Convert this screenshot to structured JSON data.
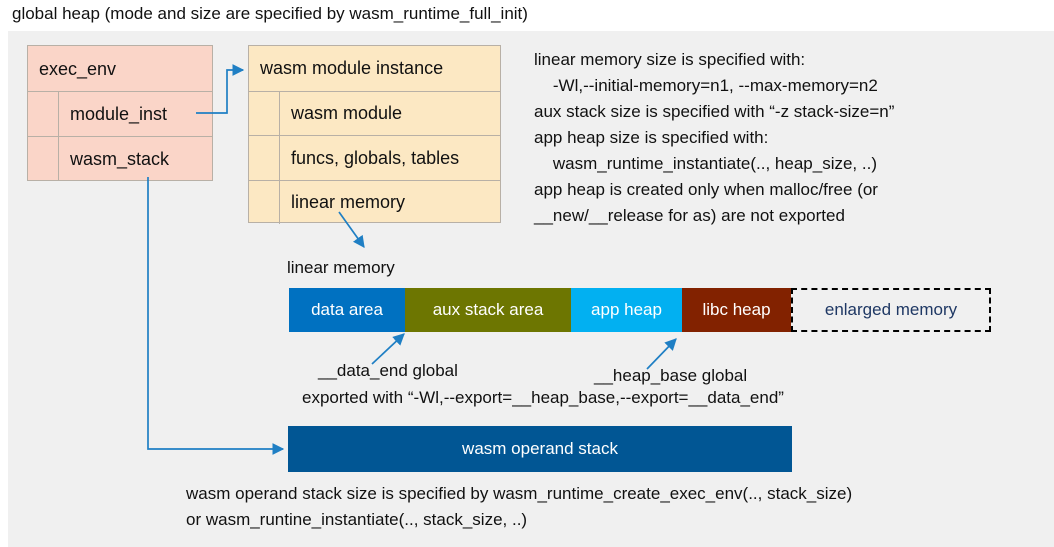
{
  "title": "global heap (mode and size are specified by wasm_runtime_full_init)",
  "exec_env": {
    "header": "exec_env",
    "fields": [
      "module_inst",
      "wasm_stack"
    ]
  },
  "module_instance": {
    "header": "wasm module instance",
    "fields": [
      "wasm module",
      "funcs, globals, tables",
      "linear memory"
    ]
  },
  "notes": "linear memory size is specified with:\n    -Wl,--initial-memory=n1, --max-memory=n2\naux stack size is specified with “-z stack-size=n”\napp heap size is specified with:\n    wasm_runtime_instantiate(.., heap_size, ..)\napp heap is created only when malloc/free (or\n__new/__release for as) are not exported",
  "linear_memory": {
    "label": "linear memory",
    "segments": [
      {
        "name": "data area",
        "color": "#0071c1"
      },
      {
        "name": "aux stack area",
        "color": "#6d7601"
      },
      {
        "name": "app heap",
        "color": "#02b0f1"
      },
      {
        "name": "libc heap",
        "color": "#822200"
      },
      {
        "name": "enlarged memory",
        "color": "#f0f0f0"
      }
    ]
  },
  "annotations": {
    "data_end": "__data_end global",
    "heap_base": "__heap_base global",
    "exported": "exported with “-Wl,--export=__heap_base,--export=__data_end”"
  },
  "operand_stack": {
    "label": "wasm operand stack",
    "color": "#015694",
    "notes": "wasm operand stack size is specified by wasm_runtime_create_exec_env(.., stack_size)\nor wasm_runtine_instantiate(.., stack_size, ..)"
  },
  "colors": {
    "panel_bg": "#f0f0f0",
    "exec_env_bg": "#fad5c8",
    "module_inst_bg": "#fce8c3",
    "arrow": "#1f7fc4"
  }
}
